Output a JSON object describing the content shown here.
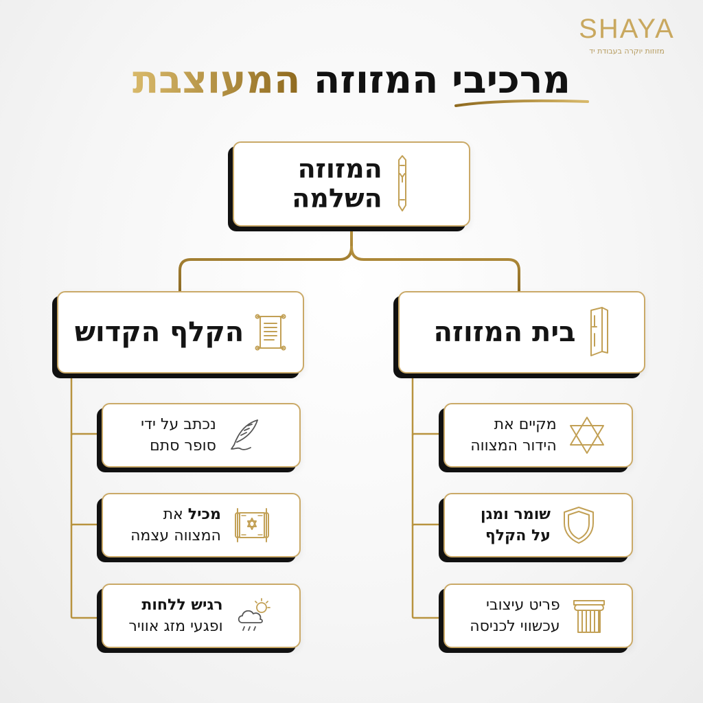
{
  "brand": {
    "name": "SHAYA",
    "tagline": "מזוזות יוקרה בעבודת יד"
  },
  "title": {
    "part1": "מרכיבי המזוזה",
    "part2": "המעוצבת"
  },
  "root": {
    "line1": "המזוזה",
    "line2": "השלמה",
    "icon": "mezuzah-case-icon"
  },
  "branches": {
    "case": {
      "label": "בית המזוזה",
      "icon": "mezuzah-box-icon",
      "items": [
        {
          "bold": "",
          "line1": "מקיים את",
          "line2": "הידור המצווה",
          "icon": "star-of-david-icon"
        },
        {
          "bold": "שומר ומגן",
          "line1": "",
          "line2": "על הקלף",
          "icon": "shield-icon"
        },
        {
          "bold": "",
          "line1": "פריט עיצובי",
          "line2": "עכשווי לכניסה",
          "icon": "column-icon"
        }
      ]
    },
    "parchment": {
      "label": "הקלף הקדוש",
      "icon": "scroll-icon",
      "items": [
        {
          "bold": "",
          "line1": "נכתב על ידי",
          "line2": "סופר סתם",
          "icon": "quill-icon"
        },
        {
          "bold": "מכיל",
          "line1": " את",
          "line2": "המצווה עצמה",
          "icon": "torah-scroll-icon"
        },
        {
          "bold": "רגיש ללחות",
          "line1": "",
          "line2": "ופגעי מזג אוויר",
          "icon": "weather-icon"
        }
      ]
    }
  },
  "colors": {
    "gold": "#caa967",
    "gold_dark": "#8f6a1f",
    "black": "#111111",
    "background": "#f3f3f3"
  }
}
